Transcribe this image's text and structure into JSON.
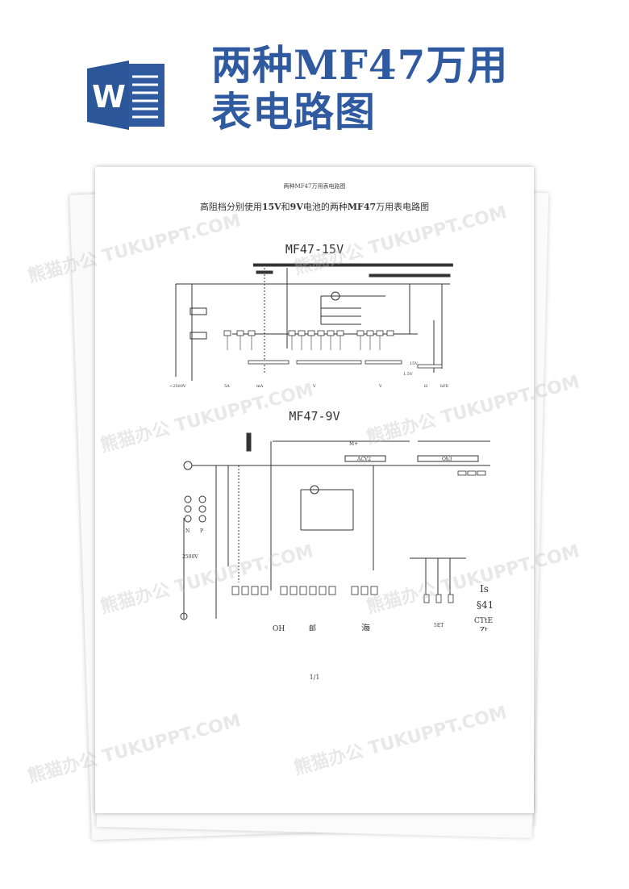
{
  "banner": {
    "icon": "word-document-icon",
    "brand_color": "#2f5aa0",
    "title_line1": "两种MF47万用",
    "title_line2": "表电路图"
  },
  "document": {
    "header": "两种MF47万用表电路图",
    "title_parts": [
      "高阻档分别使用",
      "15V",
      "和",
      "9V",
      "电池的两种",
      "MF47",
      "万用表电路图"
    ],
    "circuit1": {
      "title": "MF47-15V",
      "labels": [
        "~2500V",
        "5A",
        "mA",
        "V",
        "V",
        "Ω",
        "hFE",
        "15V",
        "1.5V"
      ]
    },
    "circuit2": {
      "title": "MF47-9V",
      "labels": [
        "M+",
        "ACV2",
        "Oh3",
        "2500V",
        "OH",
        "邮",
        "海",
        "5ET",
        "Is",
        "§41",
        "CTtE",
        "Zt",
        "N",
        "P"
      ]
    },
    "page_number": "1/1"
  },
  "watermark": "熊猫办公 TUKUPPT.COM"
}
